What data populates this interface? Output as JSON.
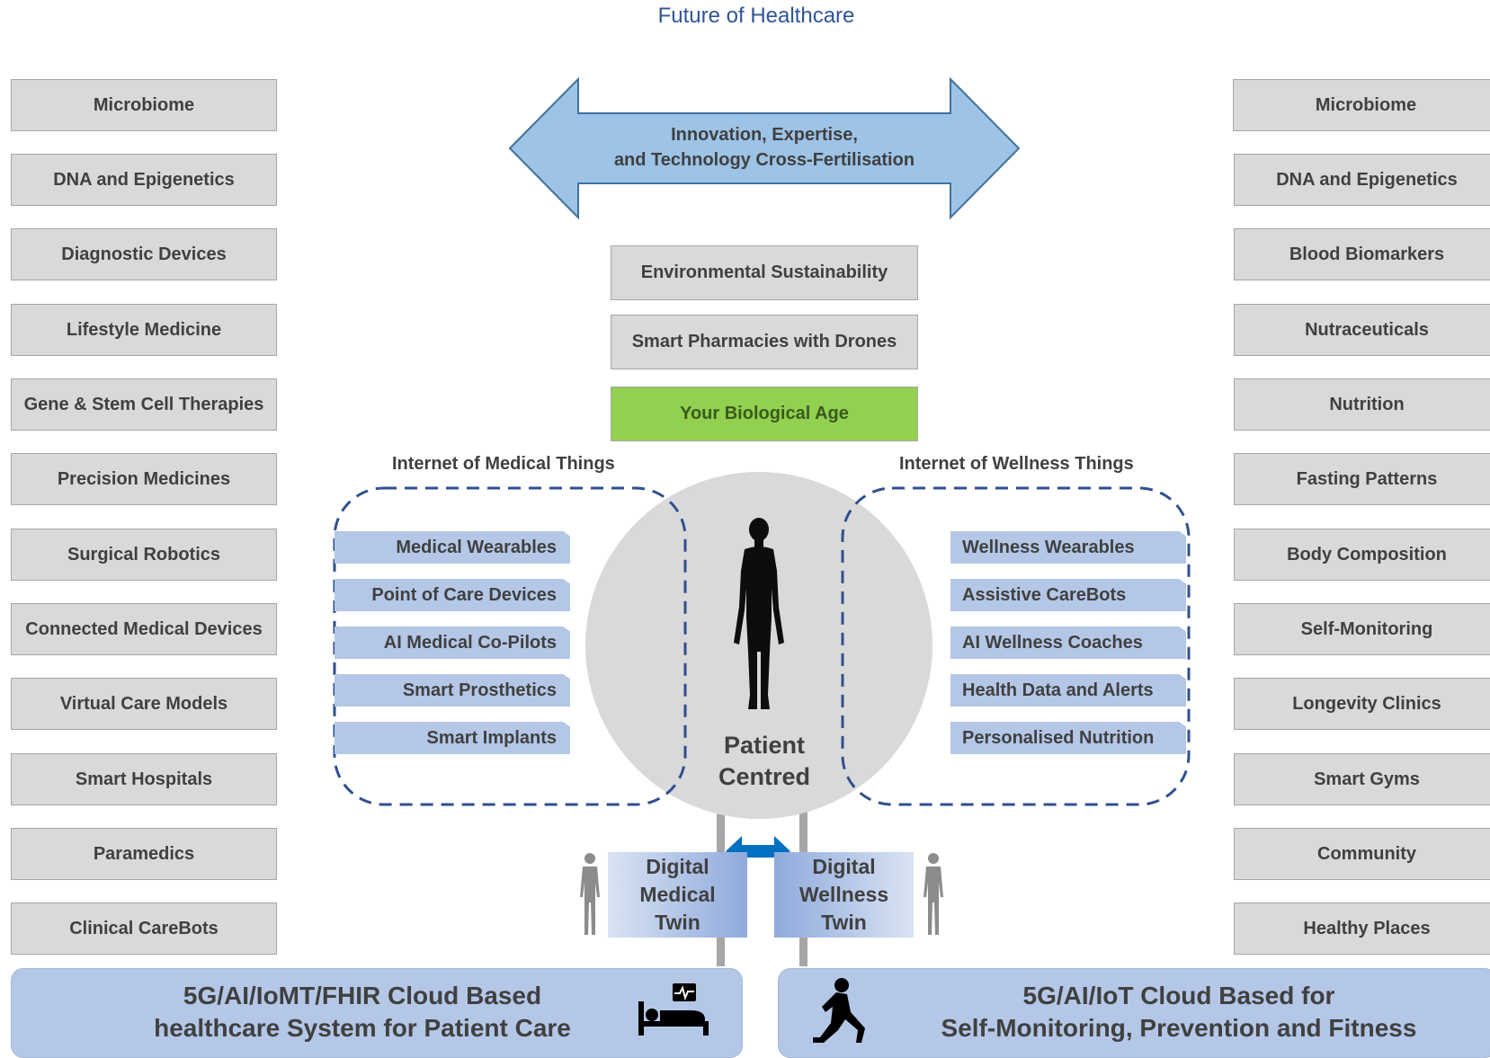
{
  "title": "Future of Healthcare",
  "left_column": [
    "Microbiome",
    "DNA and Epigenetics",
    "Diagnostic Devices",
    "Lifestyle Medicine",
    "Gene & Stem Cell Therapies",
    "Precision Medicines",
    "Surgical Robotics",
    "Connected Medical Devices",
    "Virtual Care Models",
    "Smart Hospitals",
    "Paramedics",
    "Clinical CareBots"
  ],
  "right_column": [
    "Microbiome",
    "DNA and Epigenetics",
    "Blood Biomarkers",
    "Nutraceuticals",
    "Nutrition",
    "Fasting Patterns",
    "Body Composition",
    "Self-Monitoring",
    "Longevity Clinics",
    "Smart Gyms",
    "Community",
    "Healthy Places"
  ],
  "arrow": {
    "line1": "Innovation, Expertise,",
    "line2": "and Technology Cross-Fertilisation"
  },
  "center_boxes": {
    "environment": "Environmental Sustainability",
    "pharmacies": "Smart Pharmacies with Drones",
    "bio_age": "Your Biological Age"
  },
  "iomt": {
    "title": "Internet of Medical Things",
    "items": [
      "Medical Wearables",
      "Point of Care Devices",
      "AI Medical Co-Pilots",
      "Smart Prosthetics",
      "Smart Implants"
    ]
  },
  "iowt": {
    "title": "Internet of Wellness Things",
    "items": [
      "Wellness Wearables",
      "Assistive CareBots",
      "AI Wellness Coaches",
      "Health Data and Alerts",
      "Personalised Nutrition"
    ]
  },
  "patient": {
    "line1": "Patient",
    "line2": "Centred"
  },
  "twins": {
    "medical": [
      "Digital",
      "Medical",
      "Twin"
    ],
    "wellness": [
      "Digital",
      "Wellness",
      "Twin"
    ]
  },
  "bottom": {
    "left_line1": "5G/AI/IoMT/FHIR Cloud Based",
    "left_line2": "healthcare System for Patient Care",
    "right_line1": "5G/AI/IoT Cloud Based for",
    "right_line2": "Self-Monitoring, Prevention and Fitness"
  },
  "icons": [
    "person-silhouette-icon",
    "hospital-bed-icon",
    "fitness-pose-icon",
    "double-arrow-icon"
  ],
  "colors": {
    "title": "#2f5597",
    "box_grey": "#d9d9d9",
    "arrow_blue": "#9dc3e6",
    "bio_age_green": "#92d050",
    "tag_blue": "#b4c7e7",
    "dash_navy": "#2f4f8f",
    "connector_blue": "#0070c0"
  }
}
